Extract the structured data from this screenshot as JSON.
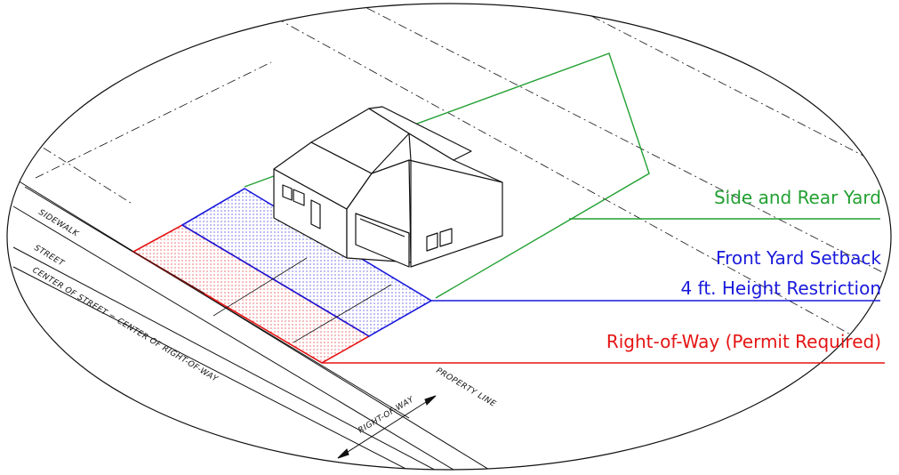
{
  "diagram": {
    "legend": {
      "side_rear": "Side and Rear Yard",
      "front_setback": "Front Yard Setback",
      "height_restriction": "4 ft. Height Restriction",
      "right_of_way": "Right-of-Way (Permit Required)"
    },
    "labels": {
      "sidewalk": "SIDEWALK",
      "street": "STREET",
      "center": "CENTER OF STREET = CENTER OF RIGHT-OF-WAY",
      "property_line": "PROPERTY LINE",
      "right_of_way_dim": "RIGHT-OF-WAY"
    },
    "colors": {
      "green": "#22a032",
      "blue": "#1a1adc",
      "red": "#e51414",
      "line": "#111111"
    }
  }
}
